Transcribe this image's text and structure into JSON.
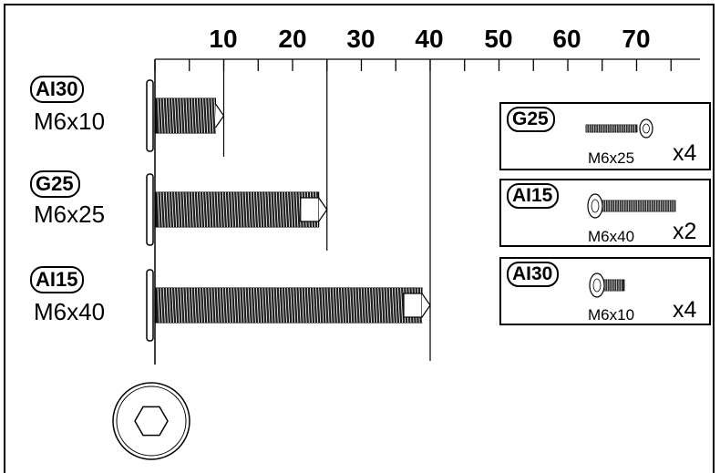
{
  "ruler": {
    "ticks": [
      {
        "value": 10,
        "label": "10"
      },
      {
        "value": 20,
        "label": "20"
      },
      {
        "value": 30,
        "label": "30"
      },
      {
        "value": 40,
        "label": "40"
      },
      {
        "value": 50,
        "label": "50"
      },
      {
        "value": 60,
        "label": "60"
      },
      {
        "value": 70,
        "label": "70"
      }
    ]
  },
  "screws": [
    {
      "code": "AI30",
      "size": "M6x10",
      "length_mm": 10
    },
    {
      "code": "G25",
      "size": "M6x25",
      "length_mm": 25
    },
    {
      "code": "AI15",
      "size": "M6x40",
      "length_mm": 40
    }
  ],
  "parts": [
    {
      "code": "G25",
      "size": "M6x25",
      "qty": "x4"
    },
    {
      "code": "AI15",
      "size": "M6x40",
      "qty": "x2"
    },
    {
      "code": "AI30",
      "size": "M6x10",
      "qty": "x4"
    }
  ]
}
